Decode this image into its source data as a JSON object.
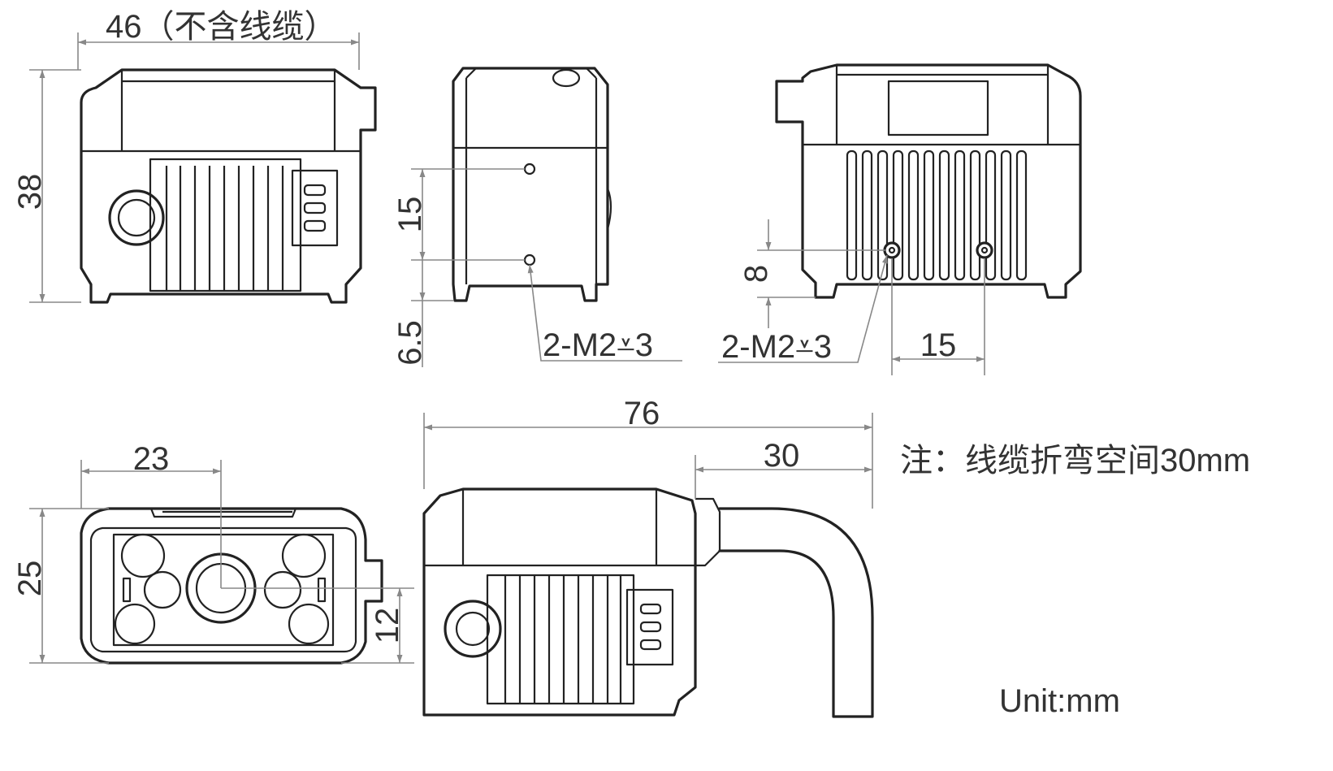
{
  "dimensions": {
    "front_width": "46（不含线缆）",
    "front_height": "38",
    "side_hole_pitch": "15",
    "side_hole_offset": "6.5",
    "side_thread": "2-M2",
    "side_thread_depth": "3",
    "back_hole_height": "8",
    "back_thread": "2-M2",
    "back_thread_depth": "3",
    "back_hole_pitch": "15",
    "bottom_center_x": "23",
    "bottom_height": "25",
    "bottom_center_y": "12",
    "total_length": "76",
    "cable_bend": "30"
  },
  "note": "注：线缆折弯空间30mm",
  "unit": "Unit:mm"
}
